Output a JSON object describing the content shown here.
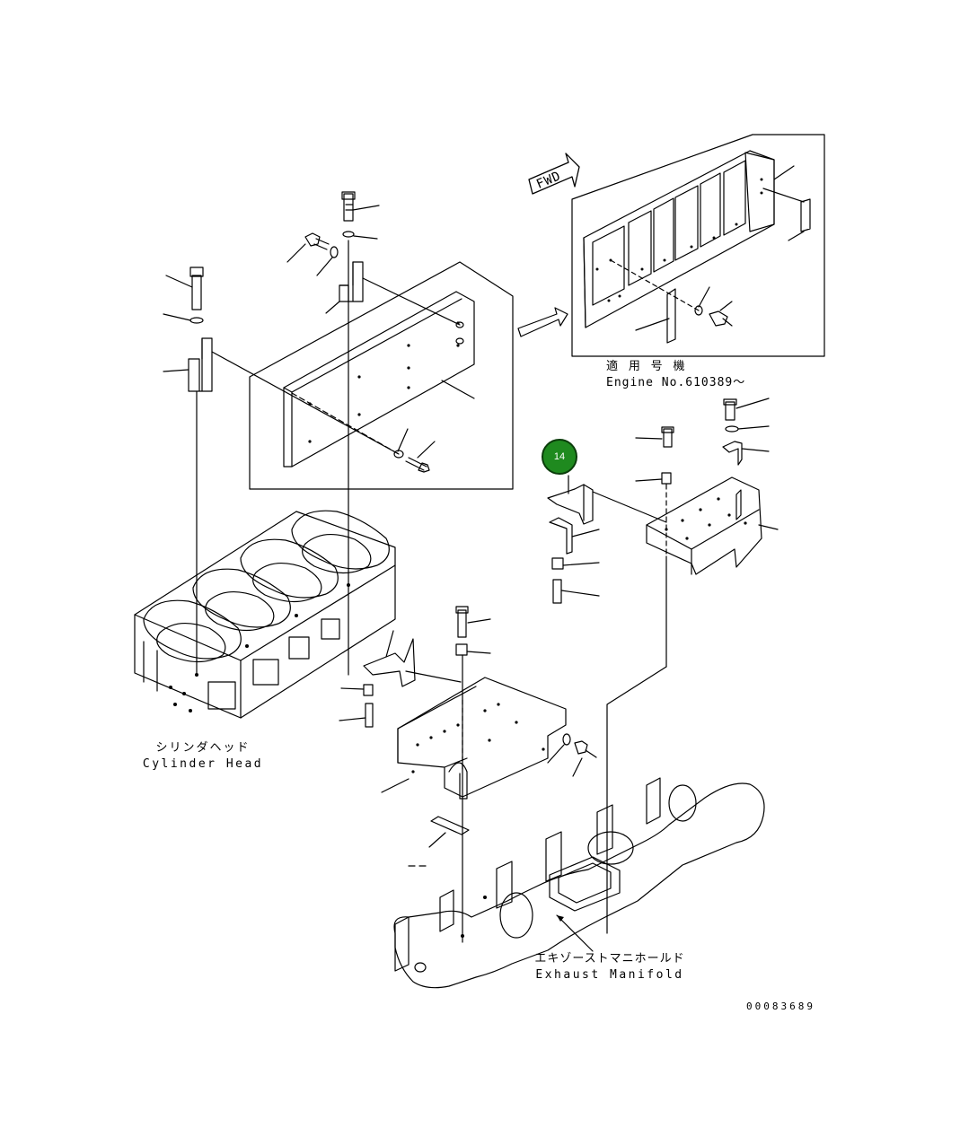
{
  "labels": {
    "fwd": "FWD",
    "serial_jp": "適 用 号 機",
    "serial_en": "Engine No.610389～",
    "cylinder_head_jp": "シリンダヘッド",
    "cylinder_head_en": "Cylinder Head",
    "exhaust_manifold_jp": "エキゾーストマニホールド",
    "exhaust_manifold_en": "Exhaust Manifold",
    "figure_number": "00083689"
  },
  "callout": {
    "number": "14",
    "color": "#1f8a1f"
  }
}
